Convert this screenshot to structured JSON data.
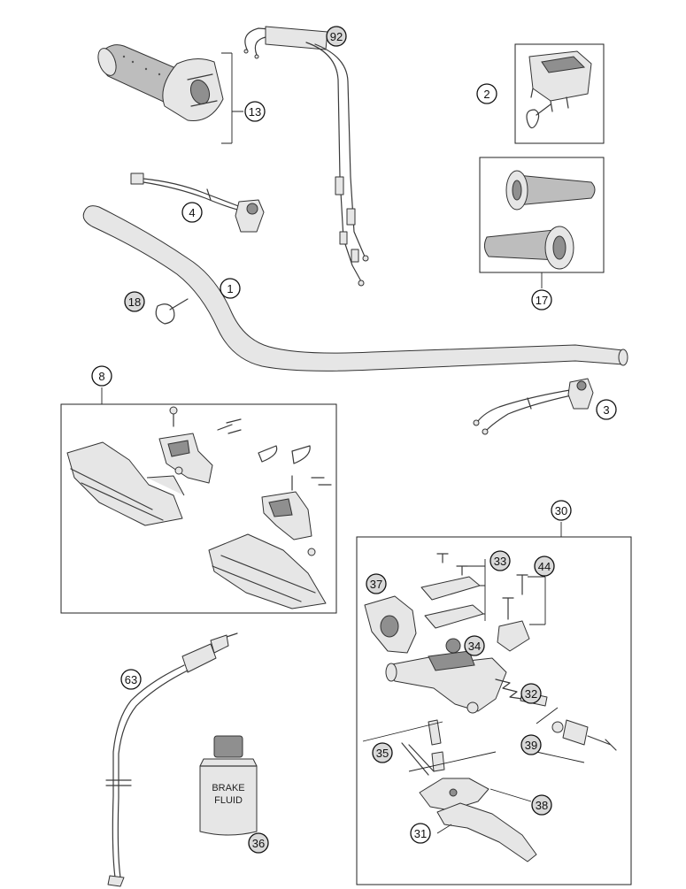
{
  "callouts": [
    {
      "id": "c92",
      "number": "92",
      "dimmed": true
    },
    {
      "id": "c13",
      "number": "13",
      "dimmed": false
    },
    {
      "id": "c2",
      "number": "2",
      "dimmed": false
    },
    {
      "id": "c4",
      "number": "4",
      "dimmed": false
    },
    {
      "id": "c1",
      "number": "1",
      "dimmed": false
    },
    {
      "id": "c18",
      "number": "18",
      "dimmed": true
    },
    {
      "id": "c17",
      "number": "17",
      "dimmed": false
    },
    {
      "id": "c8",
      "number": "8",
      "dimmed": false
    },
    {
      "id": "c3",
      "number": "3",
      "dimmed": false
    },
    {
      "id": "c30",
      "number": "30",
      "dimmed": false
    },
    {
      "id": "c33",
      "number": "33",
      "dimmed": true
    },
    {
      "id": "c44",
      "number": "44",
      "dimmed": true
    },
    {
      "id": "c37",
      "number": "37",
      "dimmed": true
    },
    {
      "id": "c34",
      "number": "34",
      "dimmed": true
    },
    {
      "id": "c63",
      "number": "63",
      "dimmed": false
    },
    {
      "id": "c32",
      "number": "32",
      "dimmed": true
    },
    {
      "id": "c39",
      "number": "39",
      "dimmed": true
    },
    {
      "id": "c35",
      "number": "35",
      "dimmed": true
    },
    {
      "id": "c38",
      "number": "38",
      "dimmed": true
    },
    {
      "id": "c31",
      "number": "31",
      "dimmed": false
    },
    {
      "id": "c36",
      "number": "36",
      "dimmed": true
    }
  ],
  "bottle_label": {
    "line1": "BRAKE",
    "line2": "FLUID"
  }
}
